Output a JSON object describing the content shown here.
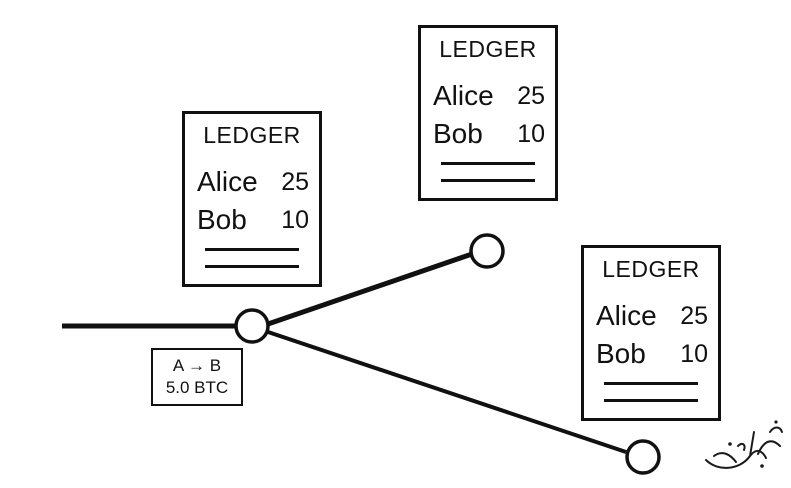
{
  "ledgers": [
    {
      "title": "LEDGER",
      "entries": [
        {
          "name": "Alice",
          "amount": "25"
        },
        {
          "name": "Bob",
          "amount": "10"
        }
      ]
    },
    {
      "title": "LEDGER",
      "entries": [
        {
          "name": "Alice",
          "amount": "25"
        },
        {
          "name": "Bob",
          "amount": "10"
        }
      ]
    },
    {
      "title": "LEDGER",
      "entries": [
        {
          "name": "Alice",
          "amount": "25"
        },
        {
          "name": "Bob",
          "amount": "10"
        }
      ]
    }
  ],
  "transaction": {
    "route": "A → B",
    "amount": "5.0 BTC"
  },
  "colors": {
    "ink": "#111111",
    "background": "#ffffff"
  },
  "watermark_icon": "calligraphy-logo-icon"
}
